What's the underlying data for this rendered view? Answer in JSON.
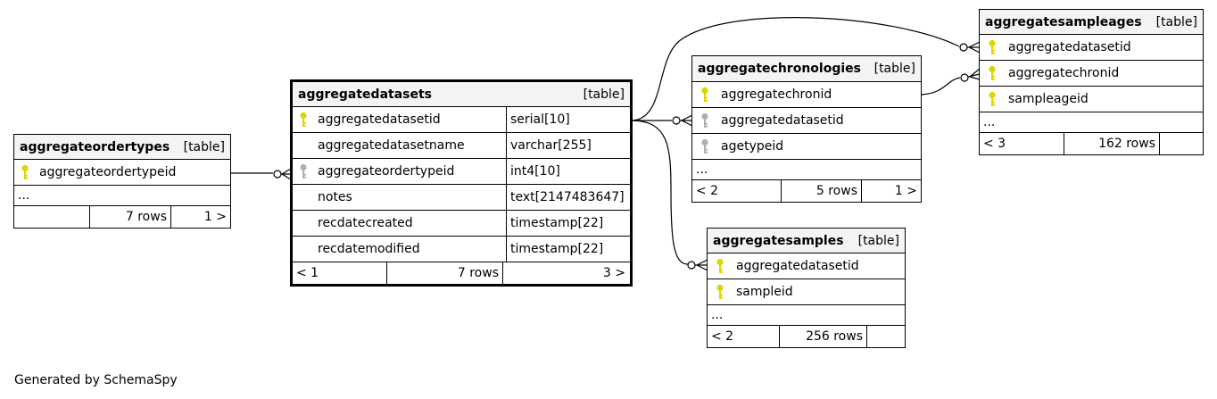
{
  "tables": {
    "aggregateordertypes": {
      "name": "aggregateordertypes",
      "kind": "[table]",
      "columns": [
        {
          "name": "aggregateordertypeid",
          "key": "primary"
        }
      ],
      "ellipsis": "...",
      "footer": {
        "left": "",
        "rows": "7 rows",
        "right": "1 >"
      }
    },
    "aggregatedatasets": {
      "name": "aggregatedatasets",
      "kind": "[table]",
      "columns": [
        {
          "name": "aggregatedatasetid",
          "type": "serial[10]",
          "key": "primary"
        },
        {
          "name": "aggregatedatasetname",
          "type": "varchar[255]",
          "key": "none"
        },
        {
          "name": "aggregateordertypeid",
          "type": "int4[10]",
          "key": "foreign"
        },
        {
          "name": "notes",
          "type": "text[2147483647]",
          "key": "none"
        },
        {
          "name": "recdatecreated",
          "type": "timestamp[22]",
          "key": "none"
        },
        {
          "name": "recdatemodified",
          "type": "timestamp[22]",
          "key": "none"
        }
      ],
      "footer": {
        "left": "< 1",
        "rows": "7 rows",
        "right": "3 >"
      }
    },
    "aggregatechronologies": {
      "name": "aggregatechronologies",
      "kind": "[table]",
      "columns": [
        {
          "name": "aggregatechronid",
          "key": "primary"
        },
        {
          "name": "aggregatedatasetid",
          "key": "foreign"
        },
        {
          "name": "agetypeid",
          "key": "foreign"
        }
      ],
      "ellipsis": "...",
      "footer": {
        "left": "< 2",
        "rows": "5 rows",
        "right": "1 >"
      }
    },
    "aggregatesampleages": {
      "name": "aggregatesampleages",
      "kind": "[table]",
      "columns": [
        {
          "name": "aggregatedatasetid",
          "key": "primary"
        },
        {
          "name": "aggregatechronid",
          "key": "primary"
        },
        {
          "name": "sampleageid",
          "key": "primary"
        }
      ],
      "ellipsis": "...",
      "footer": {
        "left": "< 3",
        "rows": "162 rows",
        "right": ""
      }
    },
    "aggregatesamples": {
      "name": "aggregatesamples",
      "kind": "[table]",
      "columns": [
        {
          "name": "aggregatedatasetid",
          "key": "primary"
        },
        {
          "name": "sampleid",
          "key": "primary"
        }
      ],
      "ellipsis": "...",
      "footer": {
        "left": "< 2",
        "rows": "256 rows",
        "right": ""
      }
    }
  },
  "colors": {
    "primary_key": "#e0d400",
    "foreign_key": "#b0b0b0",
    "header_bg": "#f4f4f4"
  },
  "footer_note": "Generated by SchemaSpy"
}
